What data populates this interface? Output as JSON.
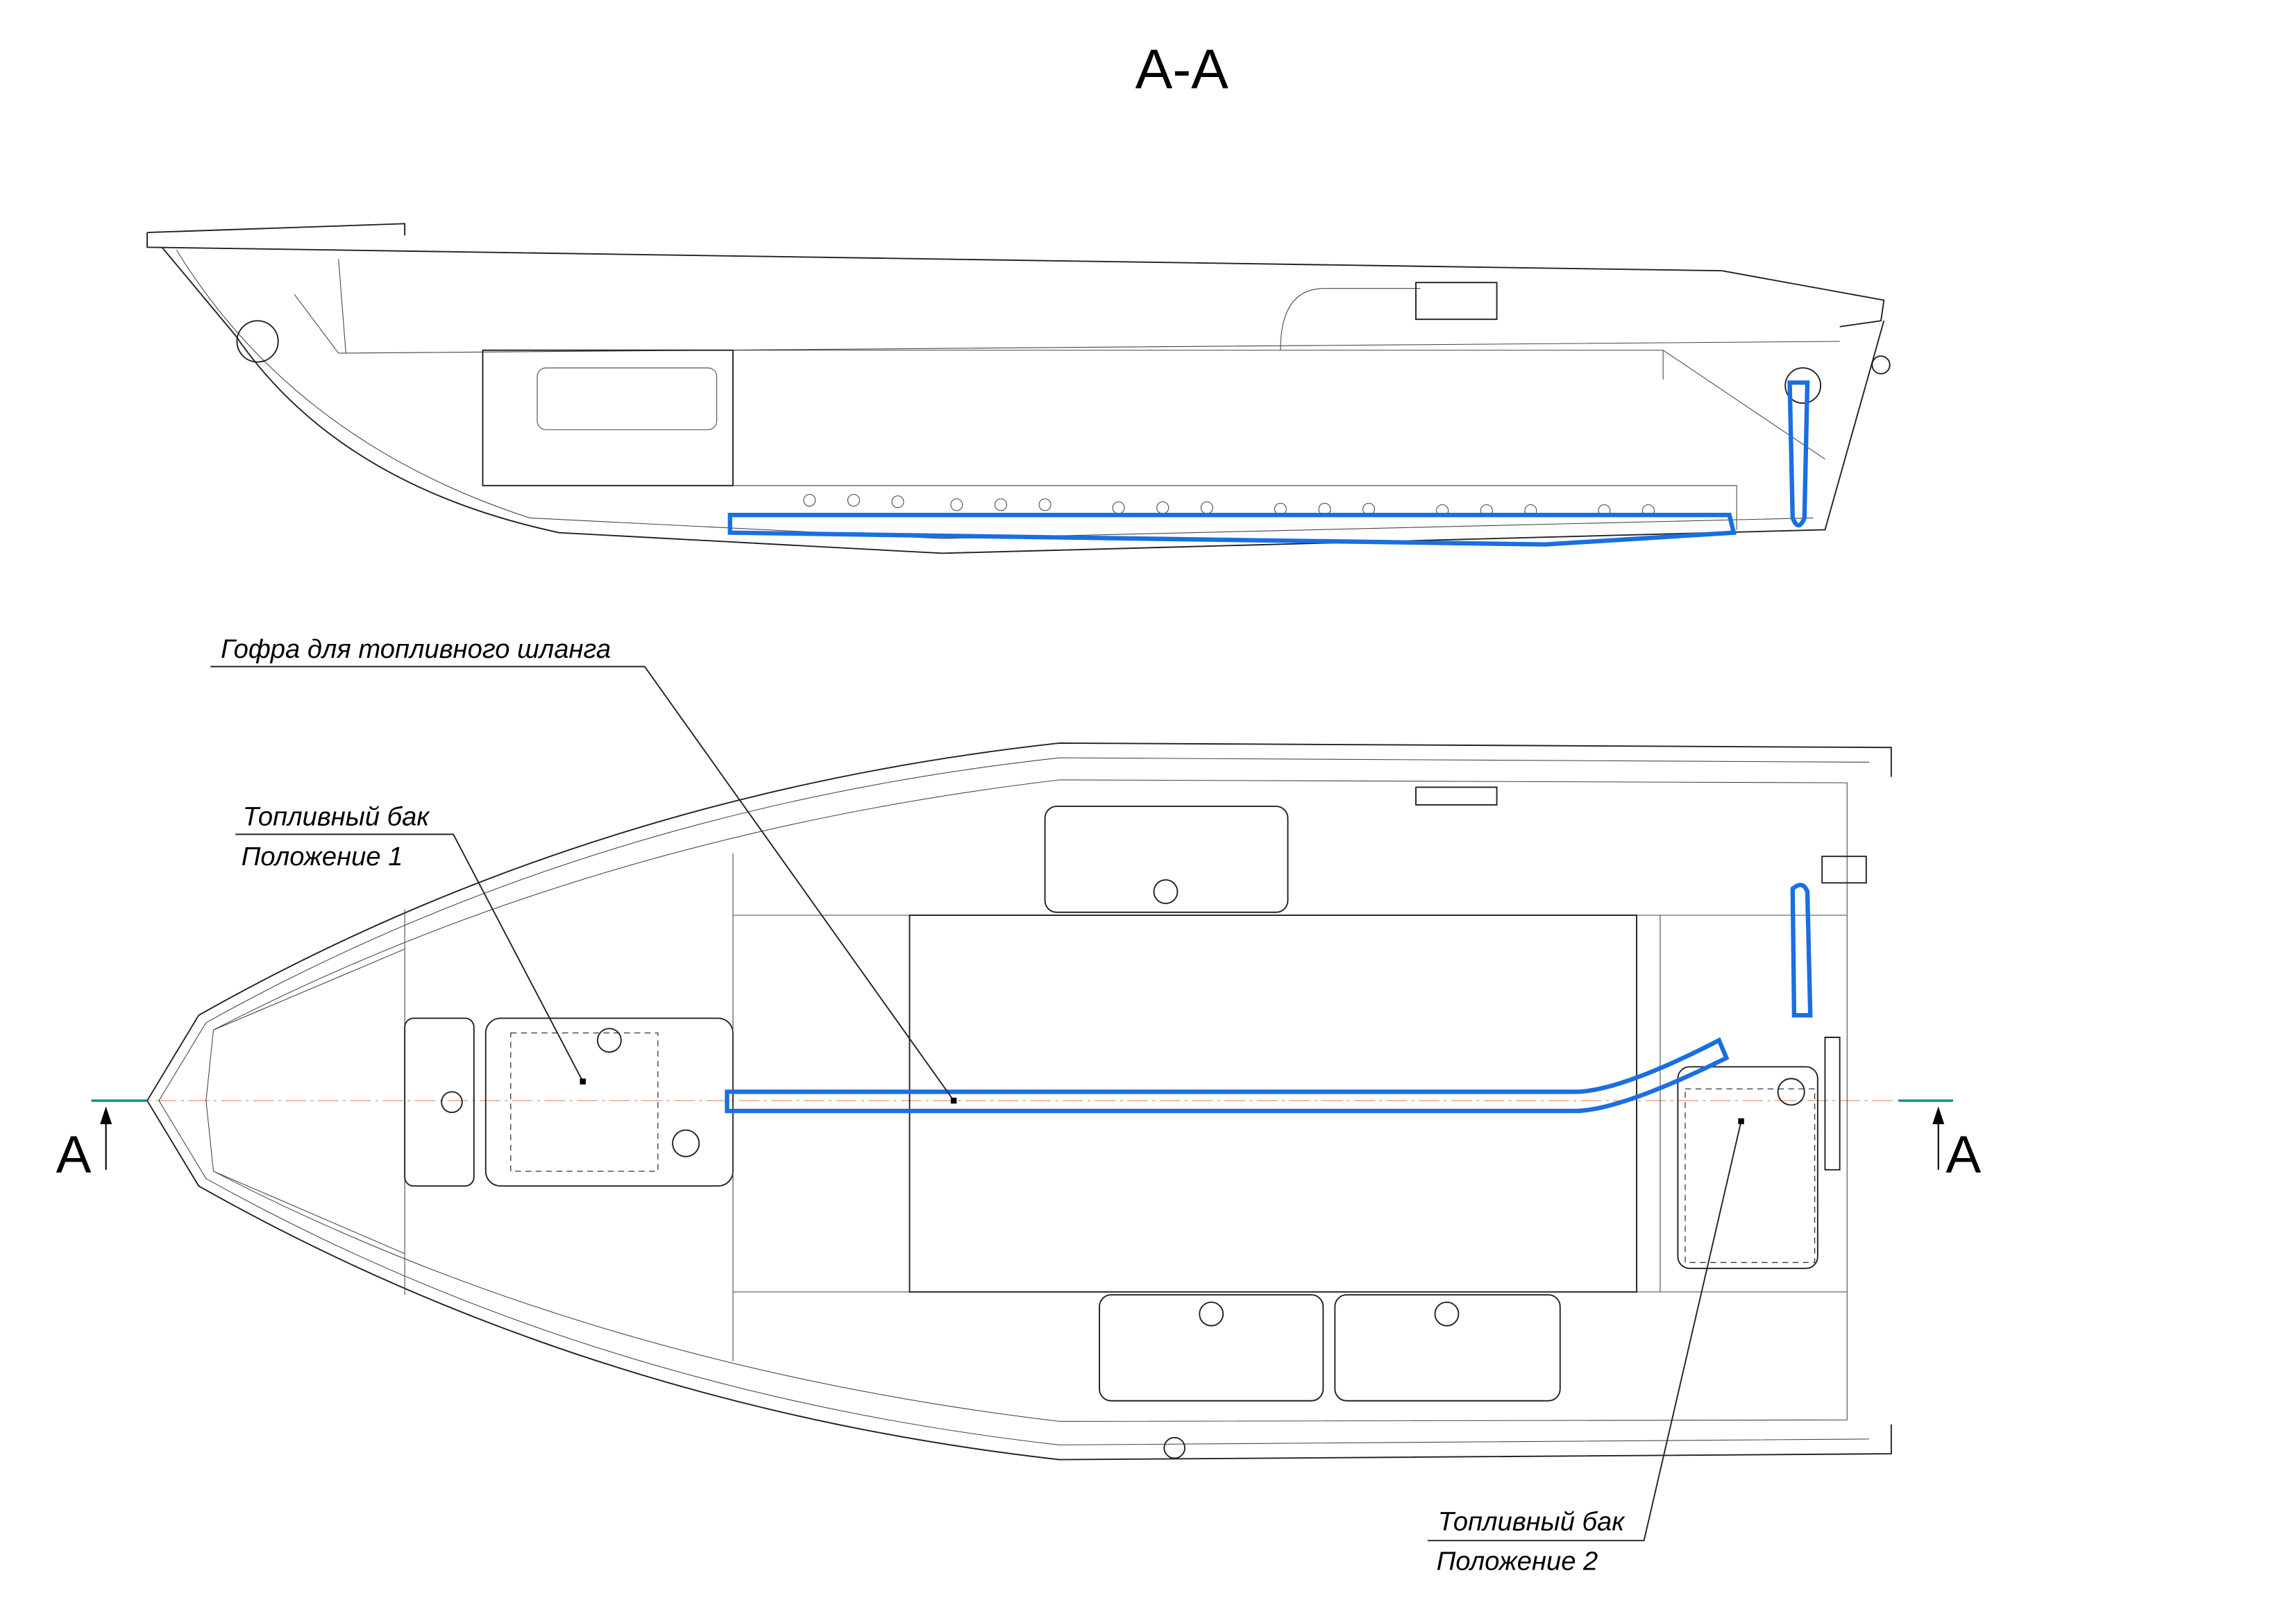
{
  "title": "А-А",
  "section_marker_left": "А",
  "section_marker_right": "А",
  "callouts": {
    "hose": "Гофра для топливного шланга",
    "tank1_line1": "Топливный бак",
    "tank1_line2": "Положение 1",
    "tank2_line1": "Топливный бак",
    "tank2_line2": "Положение 2"
  },
  "colors": {
    "hose": "#1a6fe0",
    "section_line": "#138a8a"
  }
}
